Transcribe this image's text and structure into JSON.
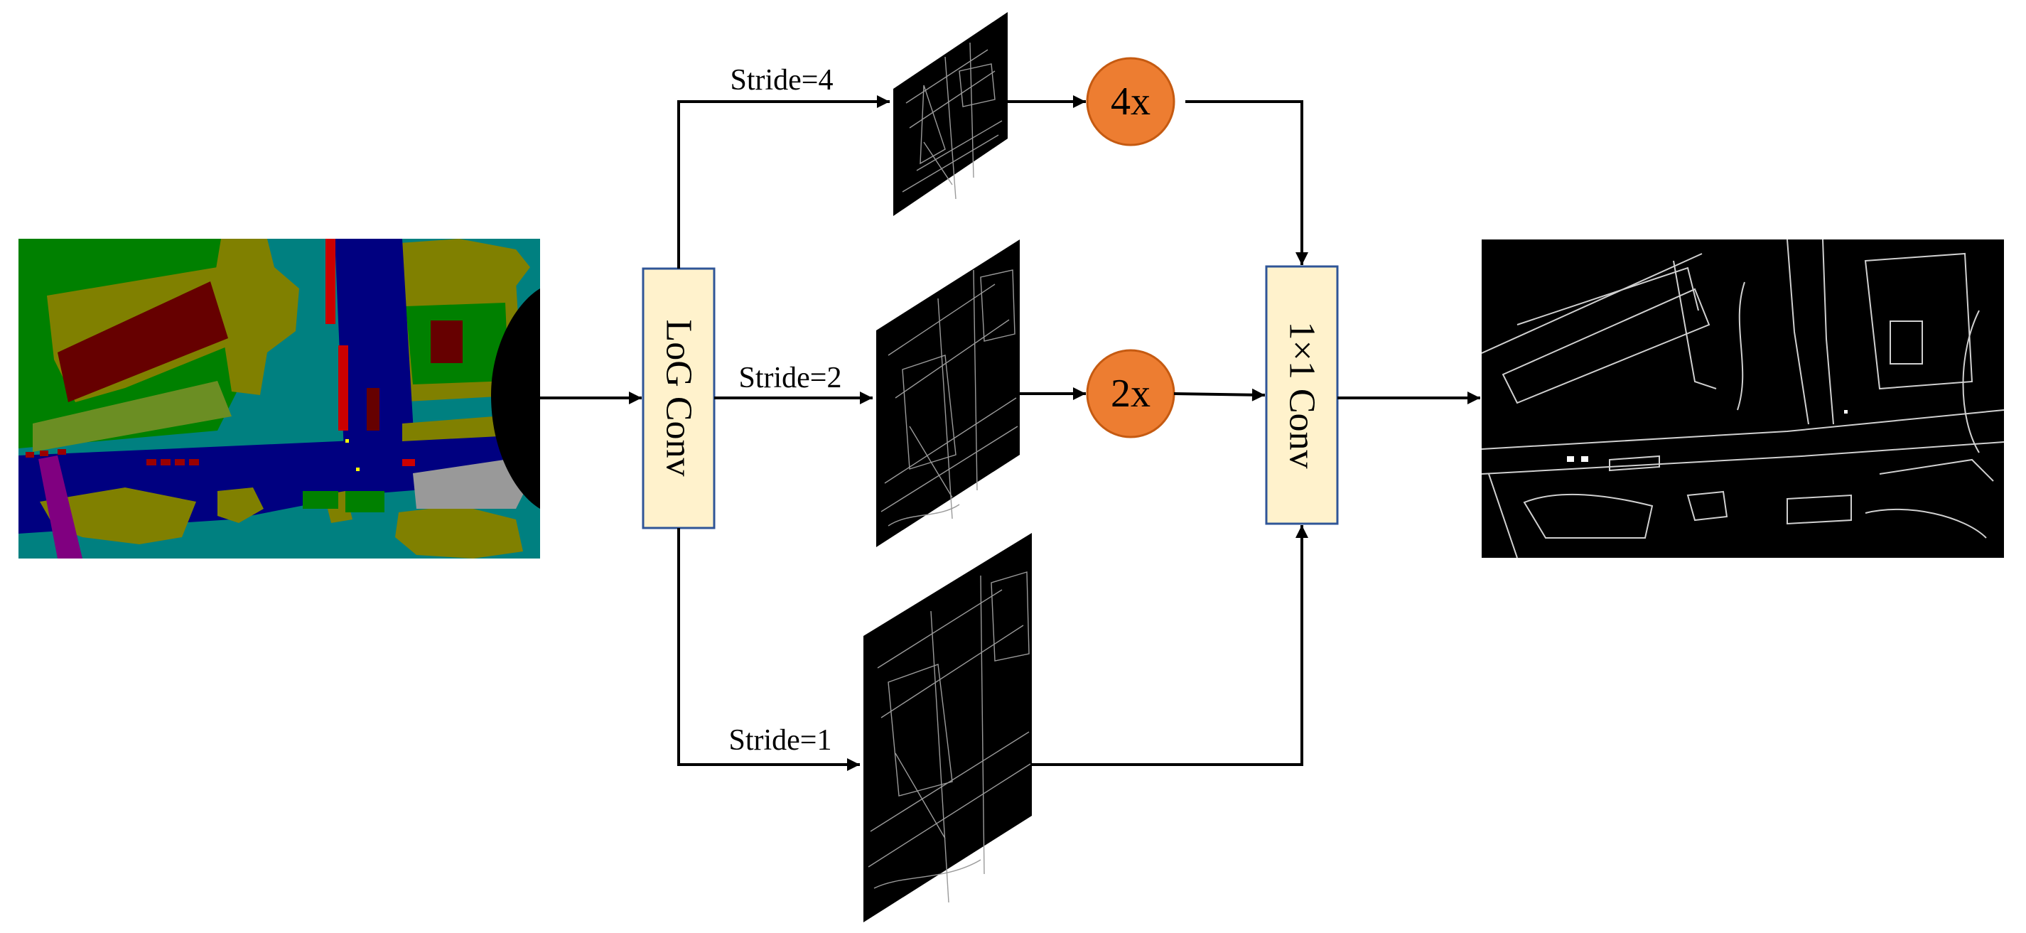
{
  "strides": {
    "s4": "Stride=4",
    "s2": "Stride=2",
    "s1": "Stride=1"
  },
  "log_conv_label": "LoG Conv",
  "upsample": {
    "four": "4x",
    "two": "2x"
  },
  "conv1x1_label": "1×1 Conv",
  "colors": {
    "box_fill": "#FFF2CC",
    "box_stroke": "#2F5597",
    "circle_fill": "#ED7D31",
    "circle_stroke": "#C55A11",
    "arrow": "#000000",
    "seg_green": "#008000",
    "seg_olive": "#808000",
    "seg_teal": "#008080",
    "seg_blue": "#000080",
    "seg_red": "#CC0000",
    "seg_maroon": "#660000",
    "seg_purple": "#800080",
    "seg_gray": "#999999"
  }
}
